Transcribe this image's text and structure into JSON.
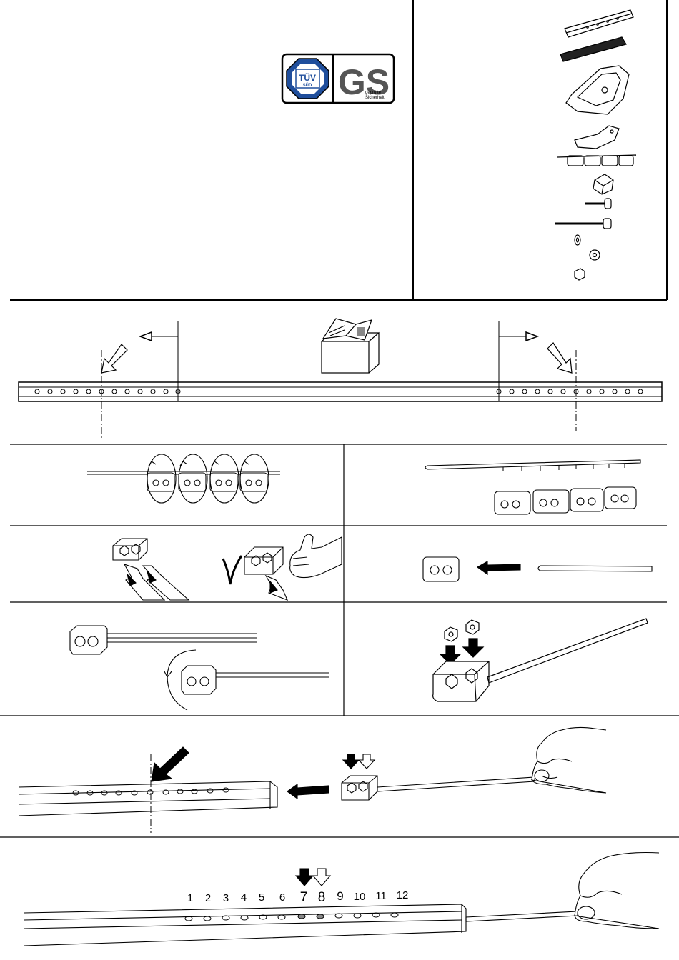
{
  "certification": {
    "tuv_text_line1": "TÜV",
    "tuv_text_line2": "SÜD",
    "gs_text": "GS",
    "gs_caption_line1": "geprüfte",
    "gs_caption_line2": "Sicherheit"
  },
  "step_hole_numbers": [
    "1",
    "2",
    "3",
    "4",
    "5",
    "6",
    "7",
    "8",
    "9",
    "10",
    "11",
    "12"
  ],
  "colors": {
    "ink": "#000000",
    "tuv_blue": "#1f4e9c",
    "gs_grey": "#555555"
  }
}
